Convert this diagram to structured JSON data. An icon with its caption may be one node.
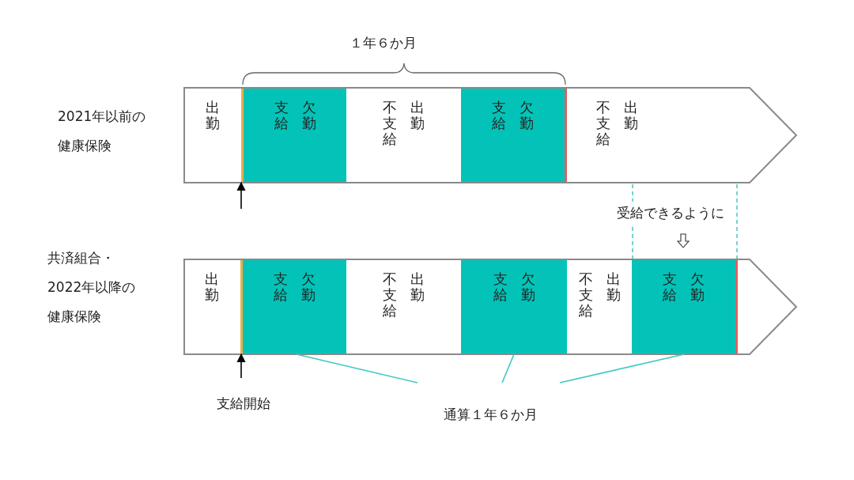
{
  "diagram": {
    "nodes": [
      {
        "text": [],
        "shape": "pentagon",
        "beside": [
          "2021年以前の健康保険"
        ]
      },
      {
        "text": [
          "出勤"
        ],
        "in": 0
      },
      {
        "text": [
          "支給",
          "欠勤"
        ],
        "in": 0
      },
      {
        "text": [
          "不支給",
          "出勤"
        ],
        "in": 0
      },
      {
        "text": [
          "支給",
          "欠勤"
        ],
        "in": 0
      },
      {
        "text": [
          "不支給",
          "出勤"
        ],
        "in": 0
      },
      {
        "text": [],
        "shape": "pentagon",
        "beside": [
          "共済組合・",
          "2022年以降の健康保険"
        ]
      },
      {
        "text": [
          "出勤"
        ],
        "in": 6
      },
      {
        "text": [
          "支給",
          "欠勤"
        ],
        "in": 6
      },
      {
        "text": [
          "不支給",
          "出勤"
        ],
        "in": 6
      },
      {
        "text": [
          "支給",
          "欠勤"
        ],
        "in": 6
      },
      {
        "text": [
          "不支給",
          "出勤"
        ],
        "in": 6
      },
      {
        "text": [
          "支給",
          "欠勤"
        ],
        "in": 6
      },
      {
        "text": [
          "支給開始"
        ]
      },
      {
        "text": [
          "通算１年６か月"
        ]
      }
    ],
    "edges": [
      {
        "from": null,
        "to": 2,
        "arrow": "to",
        "color": "#000000"
      },
      {
        "from": 13,
        "to": 8,
        "arrow": "to",
        "color": "#000000"
      },
      {
        "from": 14,
        "to": 8,
        "arrow": "none"
      },
      {
        "from": 14,
        "to": 10,
        "arrow": "none"
      },
      {
        "from": 14,
        "to": 12,
        "arrow": "none"
      }
    ],
    "labels": [
      "１年６か月",
      "受給できるように"
    ]
  }
}
